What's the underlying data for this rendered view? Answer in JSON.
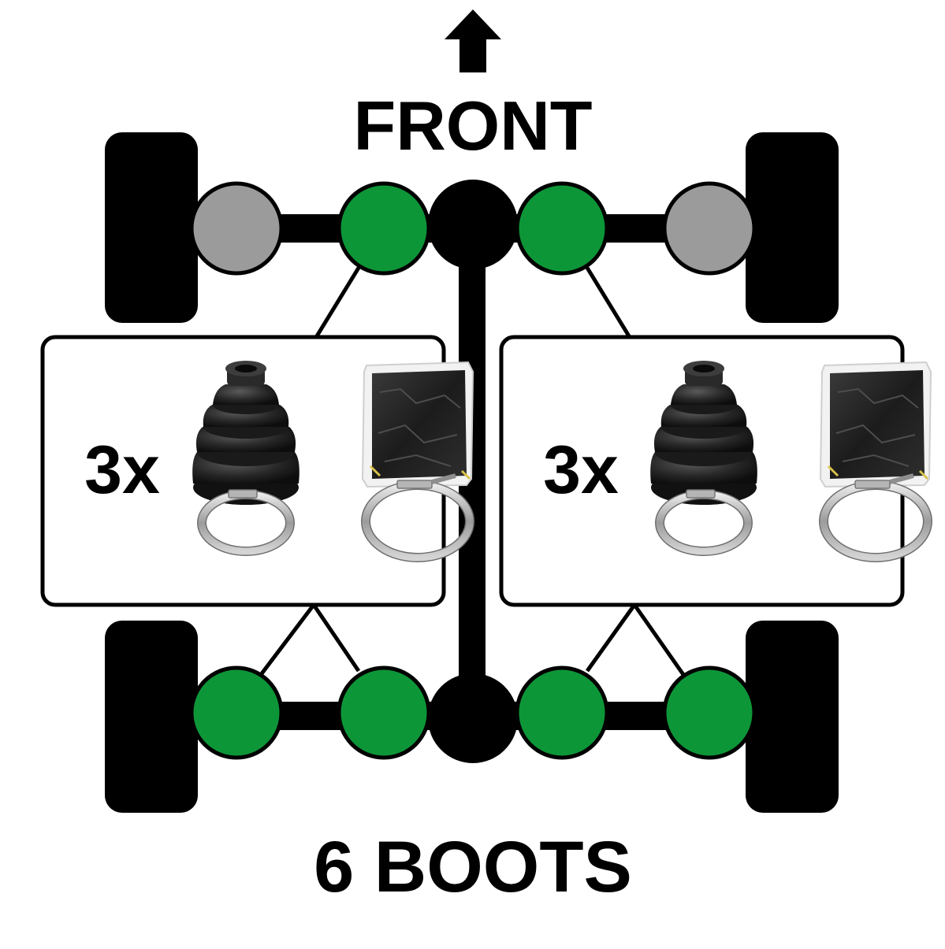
{
  "diagram": {
    "heading": "FRONT",
    "footer": "6 BOOTS",
    "kits": [
      {
        "quantity": "3x",
        "contents": [
          "cv-boot",
          "grease-packet",
          "small-clamp",
          "large-clamp"
        ]
      },
      {
        "quantity": "3x",
        "contents": [
          "cv-boot",
          "grease-packet",
          "small-clamp",
          "large-clamp"
        ]
      }
    ],
    "colors": {
      "boot_included": "#0d9638",
      "joint_not_included": "#9b9b9b",
      "differential": "#000000",
      "tire": "#000000",
      "axle": "#000000"
    },
    "icons": [
      "up-arrow-icon",
      "cv-boot-icon",
      "grease-packet-icon",
      "hose-clamp-icon"
    ]
  }
}
